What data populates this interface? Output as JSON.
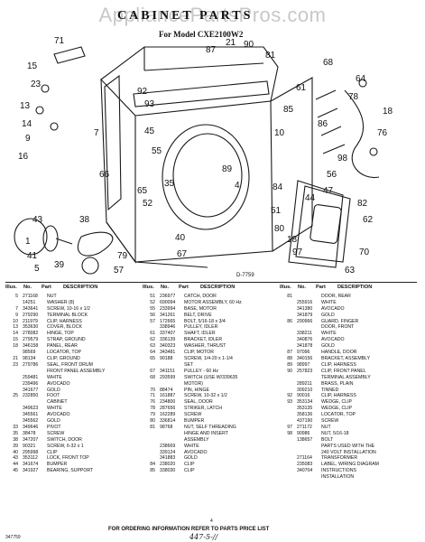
{
  "page": {
    "watermark": "AppliancePartsPros.com",
    "title": "CABINET PARTS",
    "subtitle": "For Model CXE2100W2",
    "drawing_code": "D-7759",
    "footer_note": "FOR ORDERING INFORMATION REFER TO PARTS PRICE LIST",
    "page_number": "4",
    "print_code": "347759",
    "handwritten_note": "447-5-//"
  },
  "table_headers": {
    "illus": "Illus.",
    "no": "No.",
    "part": "Part",
    "description": "DESCRIPTION"
  },
  "callouts": [
    "71",
    "15",
    "23",
    "87",
    "21",
    "90",
    "81",
    "13",
    "92",
    "93",
    "68",
    "45",
    "14",
    "9",
    "16",
    "61",
    "85",
    "64",
    "18",
    "78",
    "55",
    "76",
    "86",
    "89",
    "35",
    "65",
    "10",
    "7",
    "66",
    "4",
    "84",
    "52",
    "98",
    "43",
    "1",
    "82",
    "62",
    "41",
    "38",
    "5",
    "79",
    "57",
    "39",
    "40",
    "67",
    "70",
    "63",
    "56",
    "47",
    "44",
    "51",
    "80",
    "18",
    "97"
  ],
  "parts": [
    [
      [
        "5",
        "271168",
        "NUT"
      ],
      [
        "",
        "14251",
        "WASHER (8)"
      ],
      [
        "7",
        "343641",
        "SCREW, 10-16 x 1/2"
      ],
      [
        "9",
        "279290",
        "TERMINAL BLOCK"
      ],
      [
        "10",
        "211979",
        "CLIP, HARNESS"
      ],
      [
        "13",
        "353630",
        "COVER, BLOCK"
      ],
      [
        "14",
        "278082",
        "HINGE, TOP"
      ],
      [
        "15",
        "279579",
        "STRAP, GROUND"
      ],
      [
        "18",
        "346158",
        "PANEL, REAR"
      ],
      [
        "",
        "98569",
        "LOCATOR, TOP"
      ],
      [
        "21",
        "98134",
        "CLIP, GROUND"
      ],
      [
        "23",
        "279786",
        "SEAL, FRONT DRUM"
      ],
      [
        "",
        "",
        "FRONT PANEL ASSEMBLY"
      ],
      [
        "",
        "259481",
        "WHITE"
      ],
      [
        "",
        "239496",
        "AVOCADO"
      ],
      [
        "",
        "341677",
        "GOLD"
      ],
      [
        "25",
        "232850",
        "FOOT"
      ],
      [
        "",
        "",
        "CABINET"
      ],
      [
        "",
        "349623",
        "WHITE"
      ],
      [
        "",
        "345561",
        "AVOCADO"
      ],
      [
        "",
        "345562",
        "GOLD"
      ],
      [
        "33",
        "349646",
        "PIVOT"
      ],
      [
        "35",
        "38478",
        "SCREW"
      ],
      [
        "38",
        "347207",
        "SWITCH, DOOR"
      ],
      [
        "39",
        "90321",
        "SCREW, 6-32 x 1"
      ],
      [
        "40",
        "295998",
        "CLIP"
      ],
      [
        "43",
        "353112",
        "LOCK, FRONT TOP"
      ],
      [
        "44",
        "341674",
        "BUMPER"
      ],
      [
        "45",
        "341927",
        "BEARING, SUPPORT"
      ]
    ],
    [
      [
        "51",
        "236977",
        "CATCH, DOOR"
      ],
      [
        "52",
        "690094",
        "MOTOR ASSEMBLY, 60 Hz"
      ],
      [
        "55",
        "233994",
        "BASE, MOTOR"
      ],
      [
        "56",
        "341261",
        "BELT, DRIVE"
      ],
      [
        "57",
        "172665",
        "BOLT, 5/16-18 x 3/4"
      ],
      [
        "",
        "338946",
        "PULLEY, IDLER"
      ],
      [
        "61",
        "337407",
        "SHAFT, IDLER"
      ],
      [
        "62",
        "336139",
        "BRACKET, IDLER"
      ],
      [
        "63",
        "340323",
        "WASHER, THRUST"
      ],
      [
        "64",
        "343481",
        "CLIP, MOTOR"
      ],
      [
        "65",
        "90188",
        "SCREW, 1/4-20 x 1-1/4"
      ],
      [
        "",
        "",
        "SET"
      ],
      [
        "67",
        "341151",
        "PULLEY - 60 Hz"
      ],
      [
        "68",
        "293599",
        "SWITCH (USE W/339635"
      ],
      [
        "",
        "",
        "MOTOR)"
      ],
      [
        "70",
        "88474",
        "PIN, HINGE"
      ],
      [
        "71",
        "161887",
        "SCREW, 10-32 x 1/2"
      ],
      [
        "76",
        "234800",
        "SEAL, DOOR"
      ],
      [
        "78",
        "287656",
        "STRIKER, LATCH"
      ],
      [
        "79",
        "162289",
        "SCREW"
      ],
      [
        "80",
        "336814",
        "BUMPER"
      ],
      [
        "81",
        "98768",
        "NUT, SELF THREADING"
      ],
      [
        "",
        "",
        "HINGE AND INSERT"
      ],
      [
        "",
        "",
        "ASSEMBLY"
      ],
      [
        "",
        "238669",
        "WHITE"
      ],
      [
        "",
        "339124",
        "AVOCADO"
      ],
      [
        "",
        "341883",
        "GOLD"
      ],
      [
        "84",
        "238020",
        "CLIP"
      ],
      [
        "85",
        "338030",
        "CLIP"
      ]
    ],
    [
      [
        "81",
        "",
        "DOOR, REAR"
      ],
      [
        "",
        "255916",
        "WHITE"
      ],
      [
        "",
        "341380",
        "AVOCADO"
      ],
      [
        "",
        "341879",
        "GOLD"
      ],
      [
        "86",
        "290966",
        "GUARD, FINGER"
      ],
      [
        "",
        "",
        "DOOR, FRONT"
      ],
      [
        "",
        "338211",
        "WHITE"
      ],
      [
        "",
        "340876",
        "AVOCADO"
      ],
      [
        "",
        "341878",
        "GOLD"
      ],
      [
        "87",
        "97096",
        "HANDLE, DOOR"
      ],
      [
        "88",
        "340156",
        "BRACKET, ASSEMBLY"
      ],
      [
        "89",
        "98997",
        "CLIP, HARNESS"
      ],
      [
        "90",
        "257823",
        "CLIP, FRONT PANEL"
      ],
      [
        "",
        "",
        "TERMINAL ASSEMBLY"
      ],
      [
        "",
        "289211",
        "BRASS, PLAIN"
      ],
      [
        "",
        "309210",
        "TINNED"
      ],
      [
        "92",
        "90016",
        "CLIP, HARNESS"
      ],
      [
        "93",
        "353134",
        "WEDGE, CLIP"
      ],
      [
        "",
        "353135",
        "WEDGE, CLIP"
      ],
      [
        "",
        "358136",
        "LOCATOR, TOP"
      ],
      [
        "",
        "437190",
        "SCREW"
      ],
      [
        "97",
        "271172",
        "NUT"
      ],
      [
        "98",
        "90986",
        "NUT, 5/16-18"
      ],
      [
        "",
        "138657",
        "BOLT"
      ],
      [
        "",
        "",
        "PARTS USED WITH THE"
      ],
      [
        "",
        "",
        "240 VOLT INSTALLATION"
      ],
      [
        "",
        "",
        ""
      ],
      [
        "",
        "271164",
        "TRANSFORMER"
      ],
      [
        "",
        "235083",
        "LABEL, WIRING DIAGRAM"
      ],
      [
        "",
        "340704",
        "INSTRUCTIONS"
      ],
      [
        "",
        "",
        "INSTALLATION"
      ]
    ]
  ]
}
